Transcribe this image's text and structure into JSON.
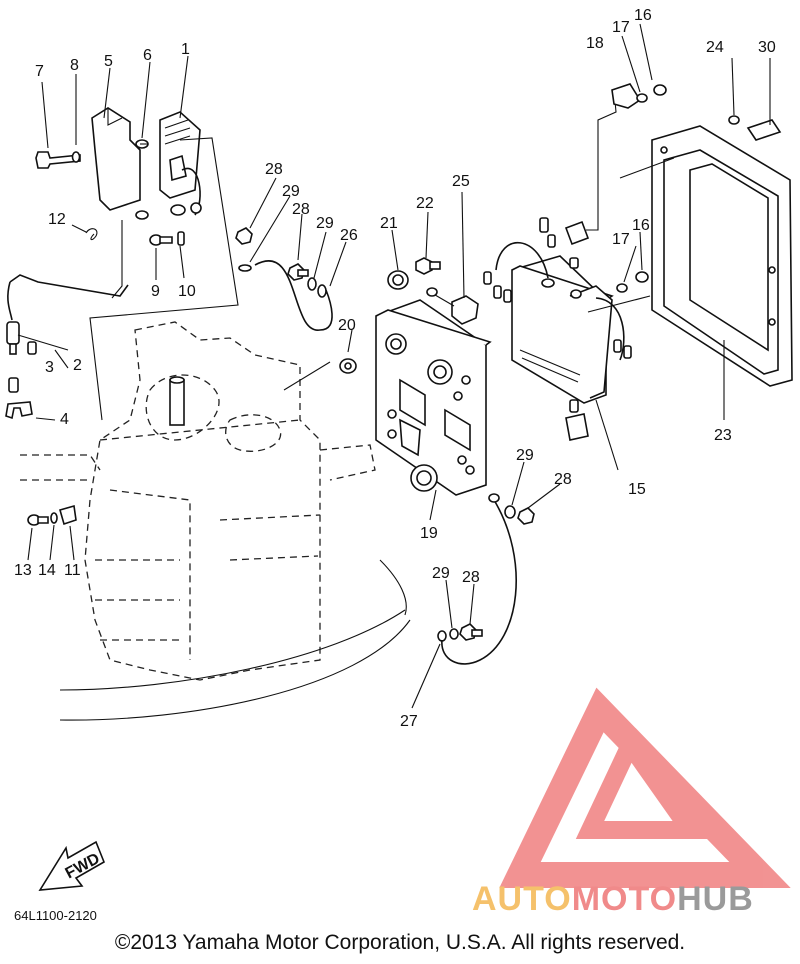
{
  "diagram": {
    "callouts": [
      {
        "id": "c1",
        "text": "1"
      },
      {
        "id": "c2",
        "text": "2"
      },
      {
        "id": "c3",
        "text": "3"
      },
      {
        "id": "c4",
        "text": "4"
      },
      {
        "id": "c5",
        "text": "5"
      },
      {
        "id": "c6",
        "text": "6"
      },
      {
        "id": "c7",
        "text": "7"
      },
      {
        "id": "c8",
        "text": "8"
      },
      {
        "id": "c9",
        "text": "9"
      },
      {
        "id": "c10",
        "text": "10"
      },
      {
        "id": "c11",
        "text": "11"
      },
      {
        "id": "c12",
        "text": "12"
      },
      {
        "id": "c13",
        "text": "13"
      },
      {
        "id": "c14",
        "text": "14"
      },
      {
        "id": "c15",
        "text": "15"
      },
      {
        "id": "c16a",
        "text": "16"
      },
      {
        "id": "c16b",
        "text": "16"
      },
      {
        "id": "c17a",
        "text": "17"
      },
      {
        "id": "c17b",
        "text": "17"
      },
      {
        "id": "c18",
        "text": "18"
      },
      {
        "id": "c19",
        "text": "19"
      },
      {
        "id": "c20",
        "text": "20"
      },
      {
        "id": "c21",
        "text": "21"
      },
      {
        "id": "c22",
        "text": "22"
      },
      {
        "id": "c23",
        "text": "23"
      },
      {
        "id": "c24",
        "text": "24"
      },
      {
        "id": "c25",
        "text": "25"
      },
      {
        "id": "c26",
        "text": "26"
      },
      {
        "id": "c27",
        "text": "27"
      },
      {
        "id": "c28a",
        "text": "28"
      },
      {
        "id": "c28b",
        "text": "28"
      },
      {
        "id": "c28c",
        "text": "28"
      },
      {
        "id": "c28d",
        "text": "28"
      },
      {
        "id": "c29a",
        "text": "29"
      },
      {
        "id": "c29b",
        "text": "29"
      },
      {
        "id": "c29c",
        "text": "29"
      },
      {
        "id": "c29d",
        "text": "29"
      },
      {
        "id": "c30",
        "text": "30"
      }
    ],
    "fwd_label": "FWD",
    "part_code": "64L1100-2120",
    "copyright": "©2013 Yamaha Motor Corporation, U.S.A. All rights reserved."
  },
  "watermark": {
    "part1": "AUTO",
    "part2": "MOTO",
    "part3": "HUB",
    "colors": {
      "auto": "#f5c16b",
      "moto": "#f08a8a",
      "hub": "#9a9a9a",
      "logo": "#f08080"
    }
  }
}
